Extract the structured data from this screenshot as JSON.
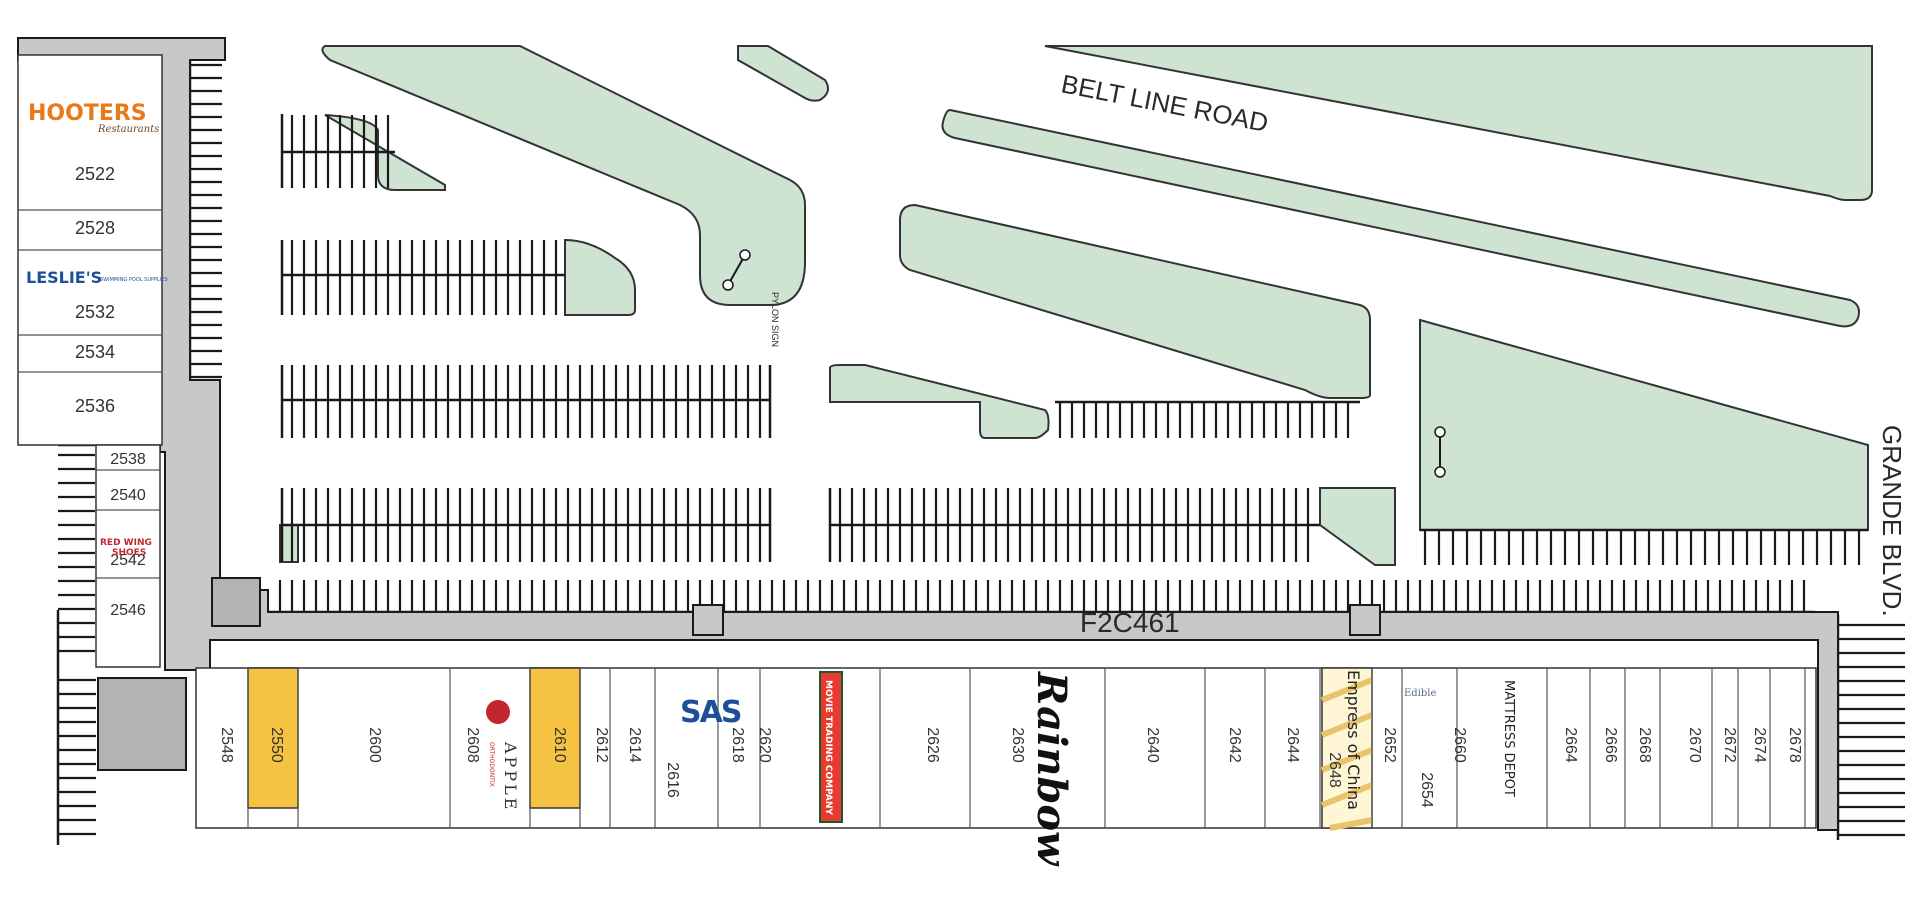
{
  "roads": {
    "north": "BELT LINE ROAD",
    "east": "GRANDE BLVD."
  },
  "site_code": "F2C461",
  "pylon_sign": "PYLON SIGN",
  "colors": {
    "green": "#cfe3d2",
    "building": "#c8c8c8",
    "highlight": "#f5c242",
    "line": "#1a1a1a"
  },
  "west_units": [
    "2522",
    "2528",
    "2532",
    "2534",
    "2536"
  ],
  "mid_units": [
    "2538",
    "2540",
    "2542",
    "2546"
  ],
  "south_units": [
    "2548",
    "2550",
    "2600",
    "2608",
    "2610",
    "2612",
    "2614",
    "2616",
    "2618",
    "2620",
    "2626",
    "2630",
    "2640",
    "2642",
    "2644",
    "2648",
    "2652",
    "2654",
    "2660",
    "2664",
    "2666",
    "2668",
    "2670",
    "2672",
    "2674",
    "2678"
  ],
  "highlighted_units": [
    "2550",
    "2610"
  ],
  "tenants": {
    "hooters_1": "HOOTERS",
    "hooters_2": "Restaurants",
    "leslies_1": "LESLIE'S",
    "leslies_2": "SWIMMING POOL SUPPLIES",
    "redwing_1": "RED WING",
    "redwing_2": "SHOES",
    "apple_1": "APPLE",
    "apple_2": "ORTHODONTIX",
    "sas": "SAS",
    "movie": "MOVIE TRADING COMPANY",
    "rainbow": "Rainbow",
    "empress": "Empress of China",
    "edible": "Edible",
    "mattress": "MATTRESS DEPOT"
  }
}
